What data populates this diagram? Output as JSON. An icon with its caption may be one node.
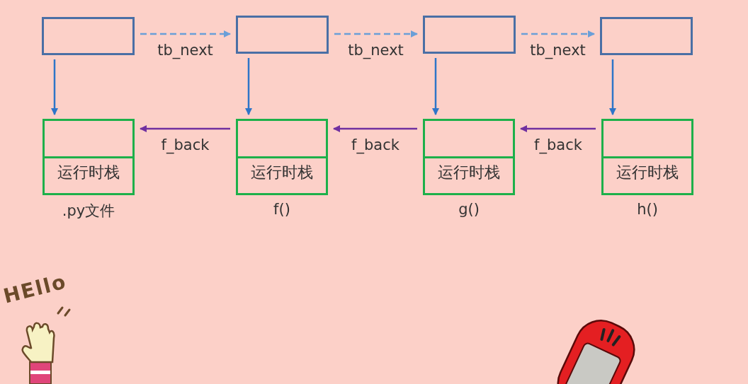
{
  "diagram": {
    "nodes": [
      {
        "text": [],
        "shape": "box"
      },
      {
        "text": [],
        "shape": "box"
      },
      {
        "text": [],
        "shape": "box"
      },
      {
        "text": [],
        "shape": "box"
      },
      {
        "text": [
          "运行时栈"
        ],
        "beside": [
          ".py文件"
        ]
      },
      {
        "text": [
          "运行时栈"
        ],
        "beside": [
          "f()"
        ]
      },
      {
        "text": [
          "运行时栈"
        ],
        "beside": [
          "g()"
        ]
      },
      {
        "text": [
          "运行时栈"
        ],
        "beside": [
          "h()"
        ]
      }
    ],
    "edges": [
      {
        "from": 0,
        "to": 1,
        "arrow": "to",
        "label": "tb_next",
        "style": "dashed",
        "color": "#6a9fd8"
      },
      {
        "from": 1,
        "to": 2,
        "arrow": "to",
        "label": "tb_next",
        "style": "dashed",
        "color": "#6a9fd8"
      },
      {
        "from": 2,
        "to": 3,
        "arrow": "to",
        "label": "tb_next",
        "style": "dashed",
        "color": "#6a9fd8"
      },
      {
        "from": 0,
        "to": 4,
        "arrow": "to"
      },
      {
        "from": 1,
        "to": 5,
        "arrow": "to"
      },
      {
        "from": 2,
        "to": 6,
        "arrow": "to"
      },
      {
        "from": 3,
        "to": 7,
        "arrow": "to"
      },
      {
        "from": 5,
        "to": 4,
        "arrow": "to",
        "label": "f_back",
        "color": "#7030a0"
      },
      {
        "from": 6,
        "to": 5,
        "arrow": "to",
        "label": "f_back",
        "color": "#7030a0"
      },
      {
        "from": 7,
        "to": 6,
        "arrow": "to",
        "label": "f_back",
        "color": "#7030a0"
      }
    ],
    "labels": [
      "HEllo"
    ]
  }
}
